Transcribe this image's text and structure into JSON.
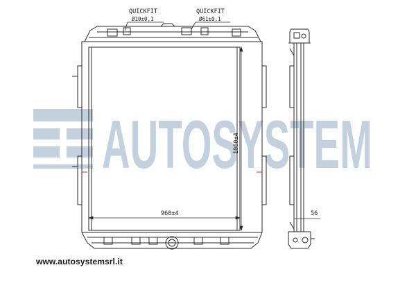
{
  "callouts": {
    "left_label": "QUICKFIT",
    "left_spec": "Ø10±0,1",
    "right_label": "QUICKFIT",
    "right_spec": "Ø61±0,1"
  },
  "dimensions": {
    "width": "960±4",
    "height": "1060±4",
    "depth": "56"
  },
  "watermark": {
    "brand": "AUTOSYSTEM",
    "color": "#b9c8d8",
    "logo": "autosystem-logo-icon"
  },
  "footer": {
    "website": "www.autosystemsrl.it"
  },
  "colors": {
    "line": "#2a2a2a",
    "accent_mark": "#cc3333"
  }
}
